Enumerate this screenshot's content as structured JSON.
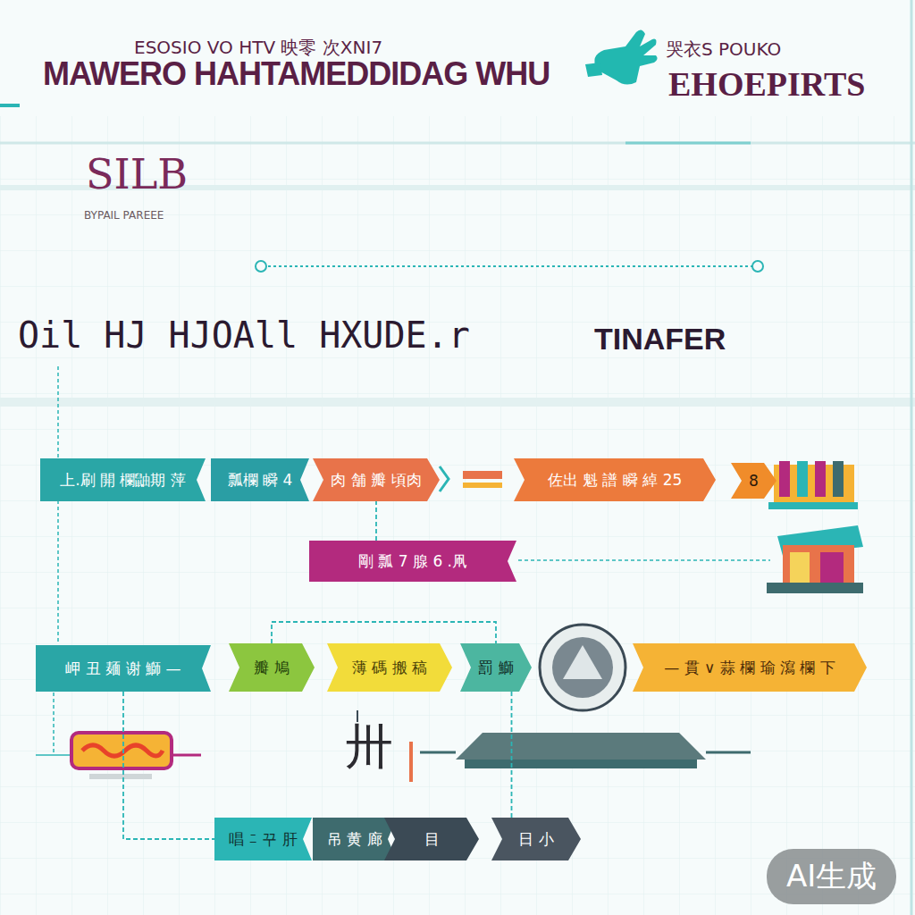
{
  "diagram": {
    "title": "MAWERO HAHTAMEDDIDAG WHU",
    "nodes": [
      {
        "text": [
          "上.刷 開 欄鼬期 萍"
        ]
      },
      {
        "text": [
          "瓢欄 瞬 4"
        ]
      },
      {
        "text": [
          "肉 舗 瓣 頃肉"
        ]
      },
      {
        "text": [
          "佐出 魁 譜 瞬 綽 25"
        ]
      },
      {
        "text": [
          "8"
        ]
      },
      {
        "text": [
          "剛 瓢 7 腺 6 .凧"
        ]
      },
      {
        "text": [
          "岬 丑 麺 谢 鰤 —"
        ]
      },
      {
        "text": [
          "瓣 鳩"
        ]
      },
      {
        "text": [
          "薄 碼 搬 稿"
        ]
      },
      {
        "text": [
          "罰 鰤"
        ]
      },
      {
        "text": [
          "— 貫 ∨ 蒜 欄 瑜 瀉 欄 下"
        ]
      },
      {
        "text": [
          "唱 ﾆ 꾸 肝"
        ]
      },
      {
        "text": [
          "吊 黄 廊"
        ]
      },
      {
        "text": [
          "目"
        ]
      },
      {
        "text": [
          "日 小"
        ]
      }
    ],
    "edges": [
      {
        "from": 5,
        "to": 2,
        "arrow": "none"
      },
      {
        "from": 7,
        "to": 9,
        "arrow": "none"
      },
      {
        "from": 6,
        "to": 11,
        "arrow": "none"
      },
      {
        "from": 9,
        "to": 14,
        "arrow": "none"
      }
    ],
    "labels": [
      "ESOSIO VO HTV 映零 次XNI7",
      "哭衣S POUKO",
      "EHOEPIRTS",
      "SILB",
      "BYPAIL PAREEE",
      "Oil HJ HJOAll HXUDE.r",
      "TINAFER",
      "卅",
      "AI生成"
    ]
  }
}
